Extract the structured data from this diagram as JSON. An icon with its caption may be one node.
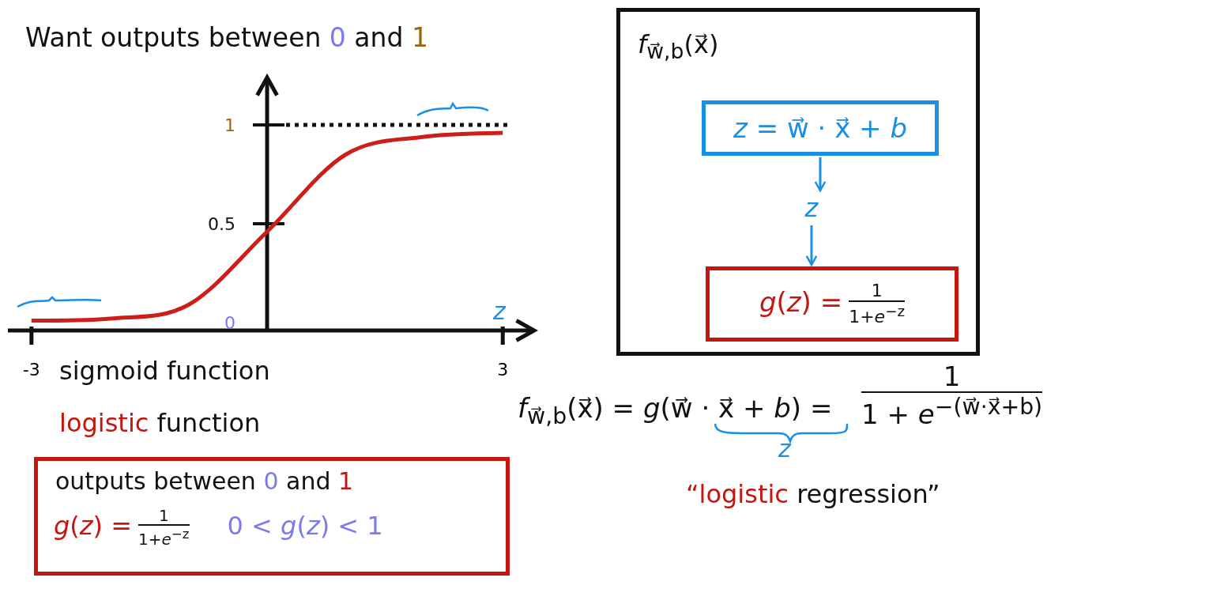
{
  "diagram": {
    "nodes": [
      {
        "text": [
          "*f*$_{w⃗,b}$(x⃗)"
        ]
      },
      {
        "text": [
          "*z* = w⃗ · x⃗ + *b*"
        ],
        "in": 0
      },
      {
        "text": [
          "z"
        ],
        "in": 0
      },
      {
        "text": [
          "*g*(*z*) =",
          "1",
          "1+*e*$^{−z}$"
        ],
        "in": 0
      },
      {
        "text": [
          "outputs between 0 and 1",
          "*g*(*z*) =",
          "1",
          "1+*e*$^{−z}$",
          "0 < *g*(*z*) < 1"
        ]
      }
    ],
    "edges": [
      {
        "from": 1,
        "to": 2,
        "arrow": "to"
      },
      {
        "from": 2,
        "to": 3,
        "arrow": "to"
      }
    ],
    "labels": [
      "sigmoid function",
      "logistic function",
      "*f*$_{w⃗,b}$(x⃗) = *g*(w⃗ · x⃗ + *b*) =",
      "1",
      "1 + *e*$^{−(w⃗·x⃗+b)}$",
      "z",
      "“logistic regression”"
    ],
    "chart_data": {
      "type": "line",
      "title": "Want outputs between 0 and 1",
      "xlabel": "z",
      "x": [
        -3,
        -2,
        -1,
        0,
        1,
        2,
        3
      ],
      "xlim": [
        -3.3,
        3.4
      ],
      "ylim": [
        -0.04,
        1.24
      ],
      "ref_lines": [
        {
          "axis": "y",
          "value": 1
        }
      ],
      "xticks": [
        -3,
        3
      ],
      "yticks": [
        0,
        0.5,
        1
      ],
      "series": [
        {
          "color": "#cc1f1a",
          "values": [
            0.01,
            0.02,
            0.09,
            0.46,
            0.85,
            0.94,
            0.96
          ]
        }
      ]
    }
  }
}
